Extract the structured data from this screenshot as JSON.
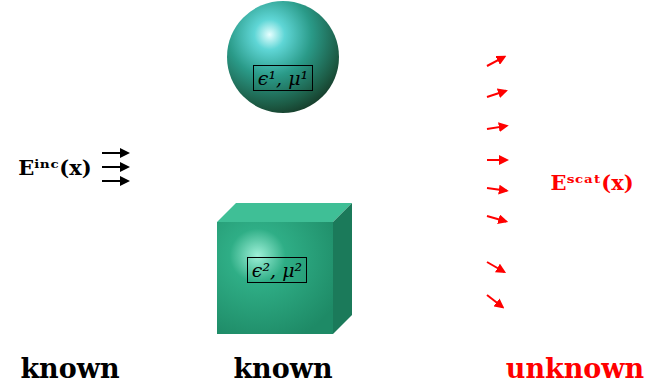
{
  "diagram": {
    "nodes": [
      {
        "text": [
          "ϵ¹, μ¹"
        ]
      },
      {
        "text": [
          "ϵ², μ²"
        ]
      }
    ],
    "labels": [
      "Eⁱⁿᶜ(x)",
      "Eˢᶜᵃᵗ(x)",
      "known",
      "known",
      "unknown"
    ]
  }
}
